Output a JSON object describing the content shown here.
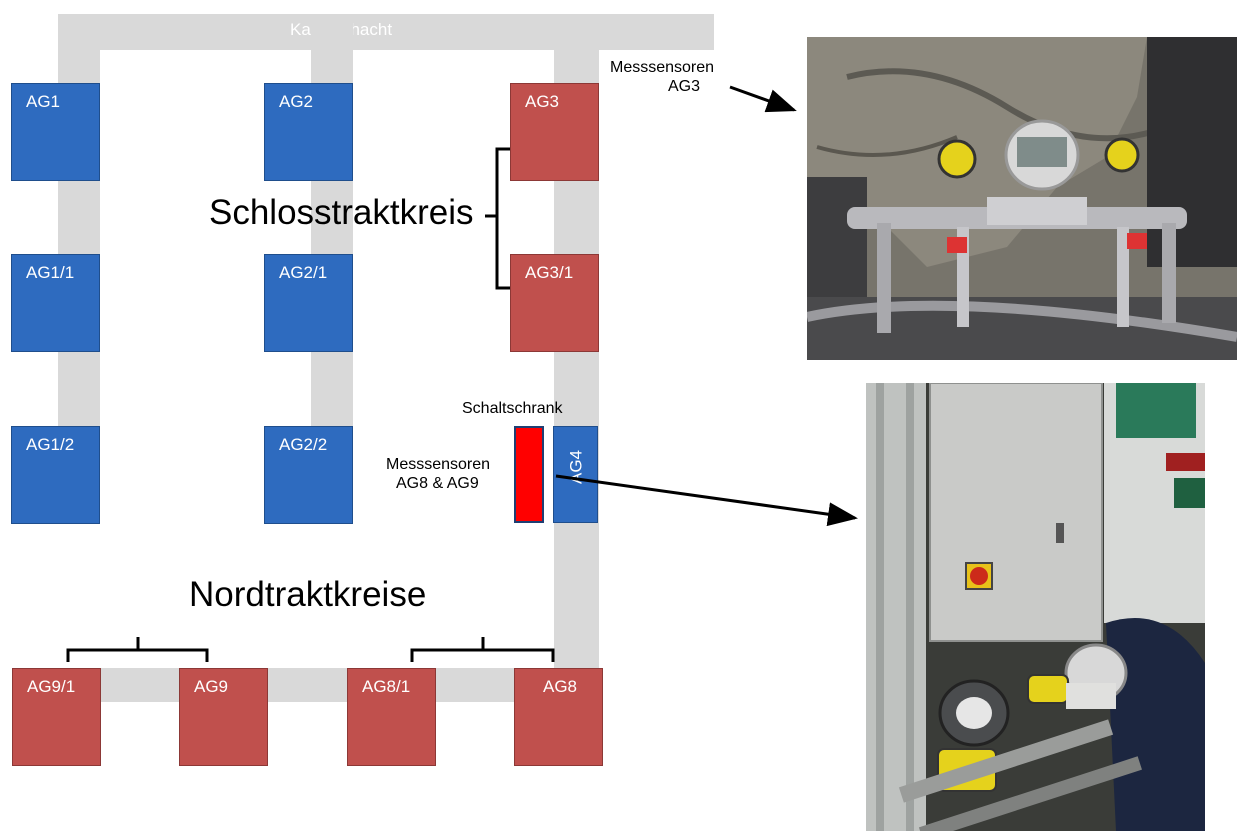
{
  "cable_duct": {
    "label": "Kabelschacht"
  },
  "circuits": {
    "schlosstrakt": "Schlosstraktkreis",
    "nordtrakt": "Nordtraktkreise"
  },
  "units": {
    "ag1": "AG1",
    "ag2": "AG2",
    "ag3": "AG3",
    "ag1_1": "AG1/1",
    "ag2_1": "AG2/1",
    "ag3_1": "AG3/1",
    "ag1_2": "AG1/2",
    "ag2_2": "AG2/2",
    "ag4": "AG4",
    "ag9_1": "AG9/1",
    "ag9": "AG9",
    "ag8_1": "AG8/1",
    "ag8": "AG8"
  },
  "switch_cabinet": {
    "label": "Schaltschrank",
    "color": "#ff0000"
  },
  "sensors": {
    "ag3_line1": "Messsensoren",
    "ag3_line2": "AG3",
    "ag89_line1": "Messsensoren",
    "ag89_line2": "AG8 & AG9"
  },
  "colors": {
    "blue_unit": "#2e6bbf",
    "red_unit": "#c0504d",
    "duct": "#d9d9d9"
  }
}
